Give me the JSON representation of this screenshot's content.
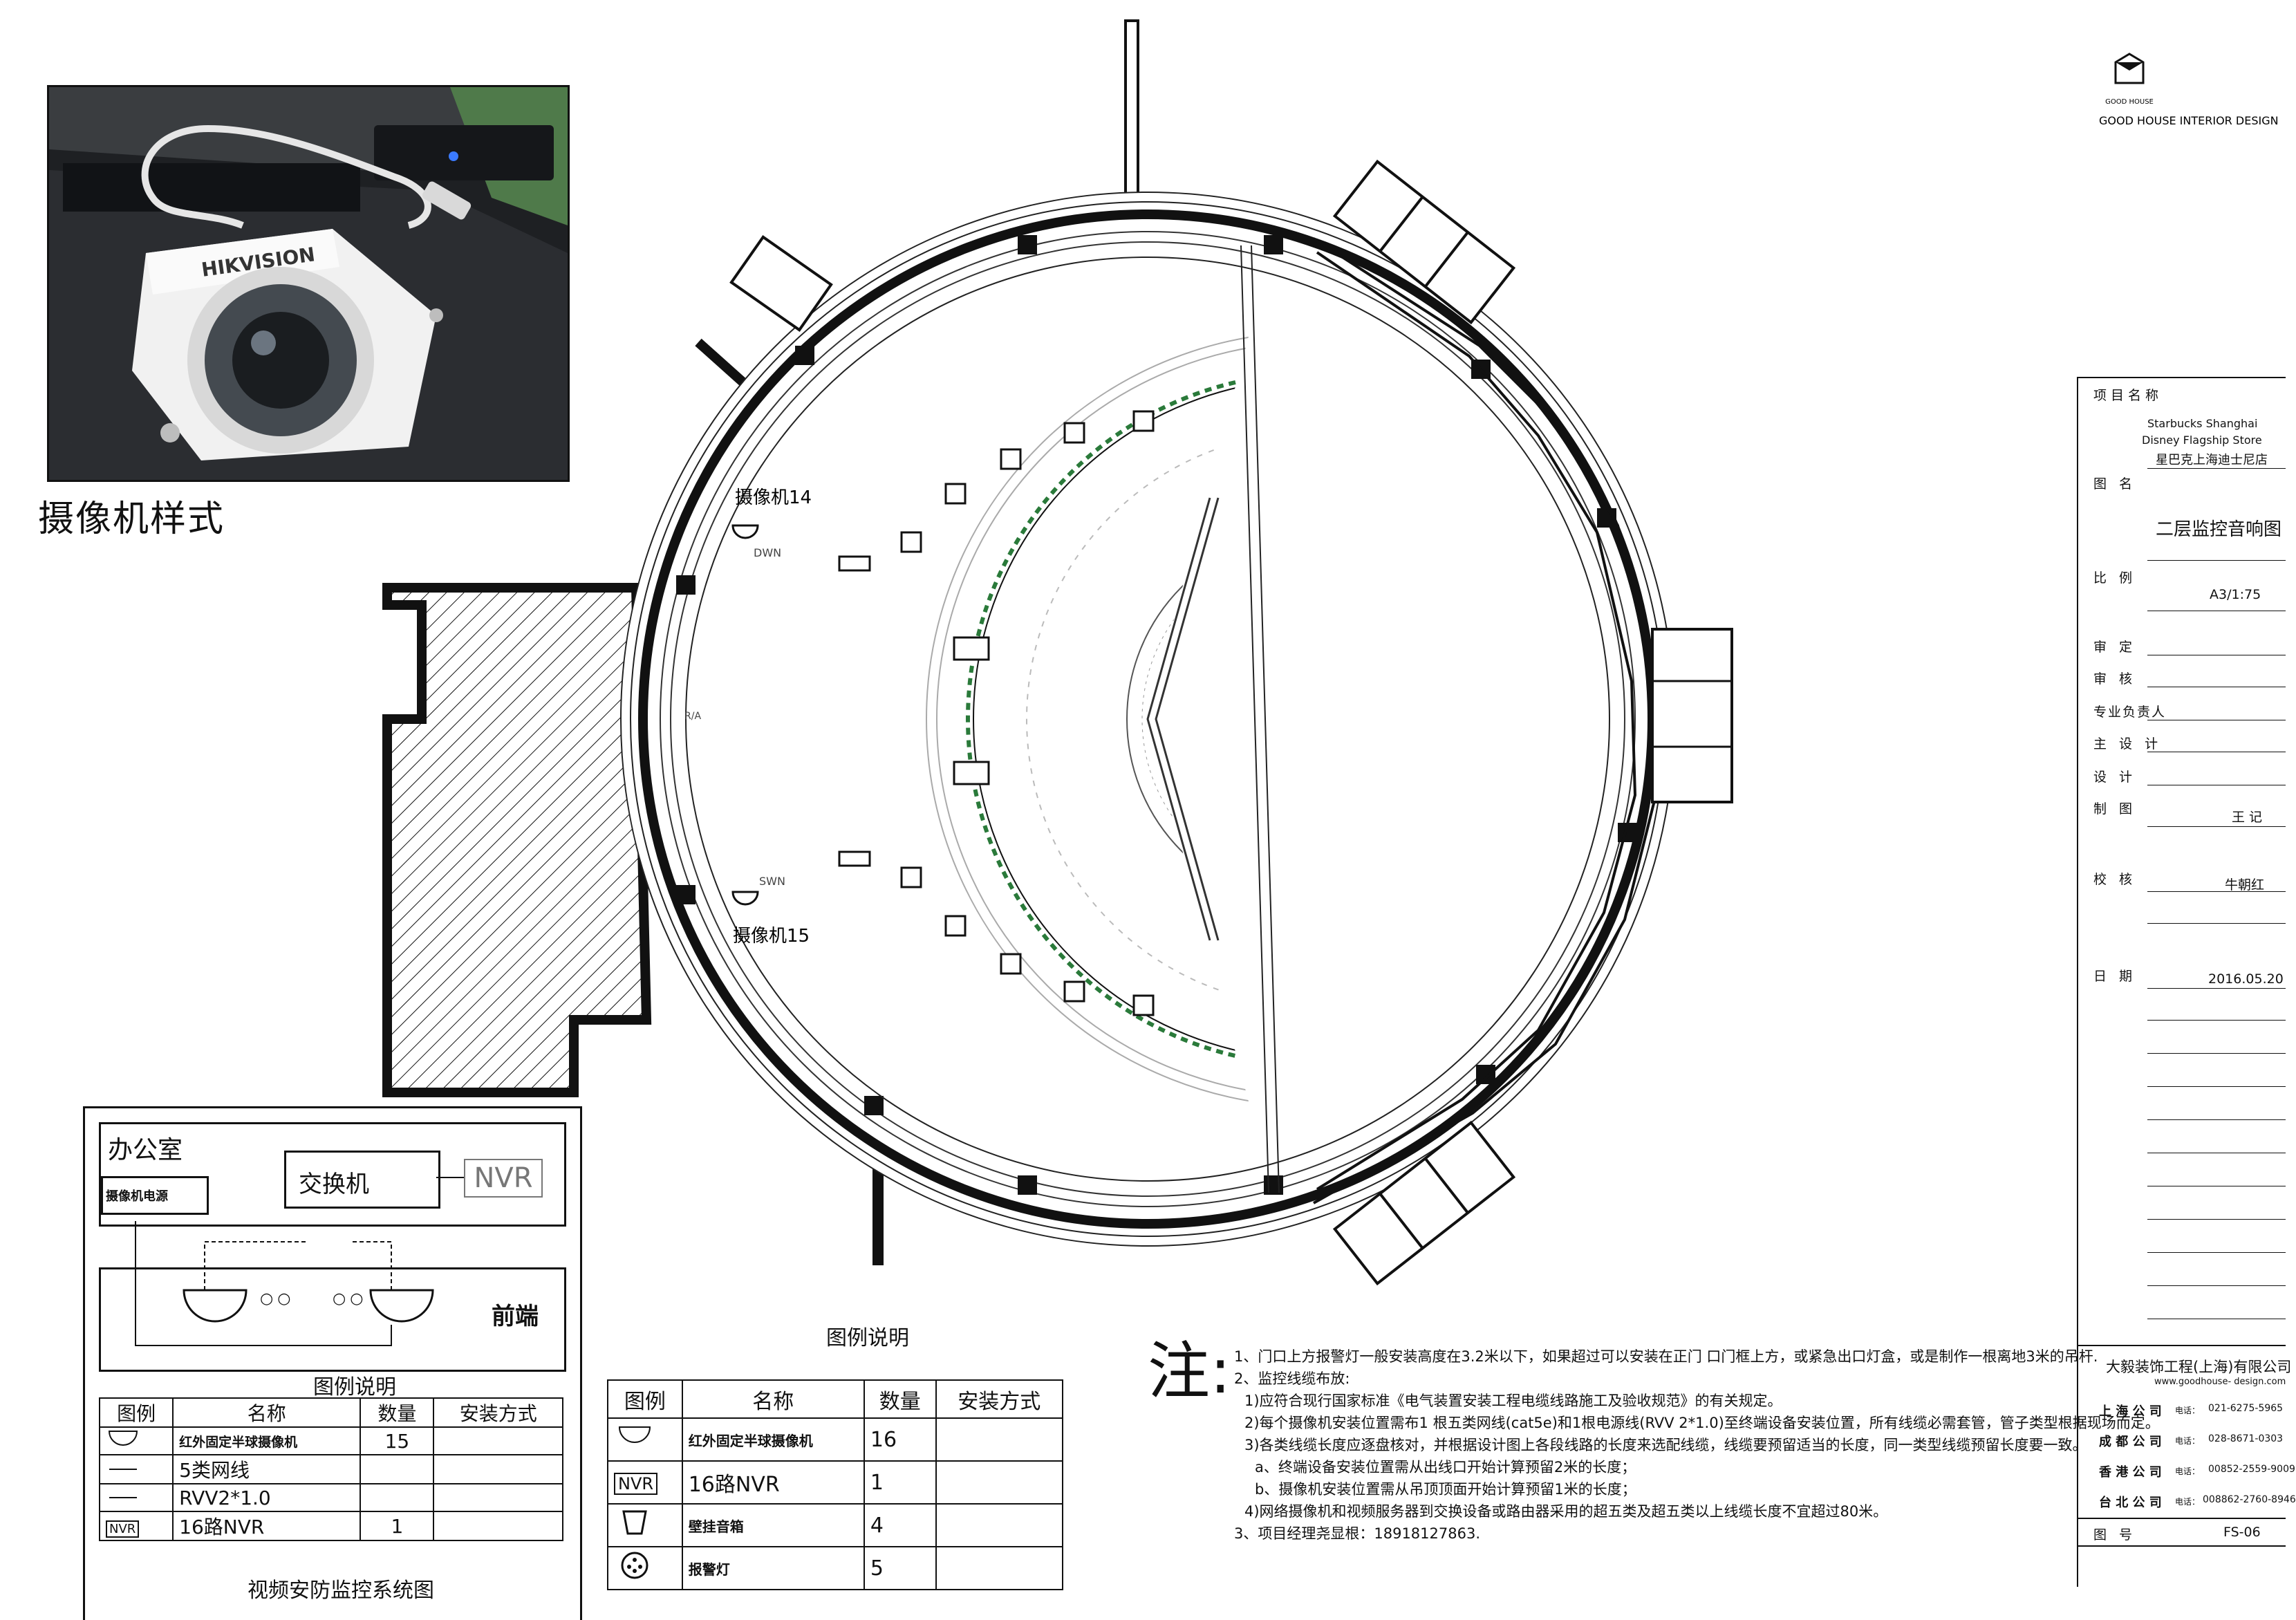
{
  "photo": {
    "brand": "HIKVISION",
    "caption": "摄像机样式"
  },
  "plan": {
    "camera_labels": [
      "摄像机14",
      "摄像机15"
    ],
    "door_labels": [
      "DWN",
      "SWN"
    ],
    "side_label": "R/A"
  },
  "system_diagram": {
    "office_label": "办公室",
    "switch_label": "交换机",
    "nvr_label": "NVR",
    "camera_power_label": "摄像机电源",
    "front_label": "前端",
    "dots": "○○",
    "legend_title": "图例说明",
    "headers": [
      "图例",
      "名称",
      "数量",
      "安装方式"
    ],
    "rows": [
      {
        "symbol": "camera-icon",
        "name": "红外固定半球摄像机",
        "qty": "15",
        "mount": ""
      },
      {
        "symbol": "line",
        "name": "5类网线",
        "qty": "",
        "mount": ""
      },
      {
        "symbol": "line",
        "name": "RVV2*1.0",
        "qty": "",
        "mount": ""
      },
      {
        "symbol": "NVR",
        "name": "16路NVR",
        "qty": "1",
        "mount": ""
      }
    ],
    "caption": "视频安防监控系统图"
  },
  "legend2": {
    "title": "图例说明",
    "headers": [
      "图例",
      "名称",
      "数量",
      "安装方式"
    ],
    "rows": [
      {
        "symbol": "camera-icon",
        "name": "红外固定半球摄像机",
        "qty": "16",
        "mount": ""
      },
      {
        "symbol": "NVR",
        "name": "16路NVR",
        "qty": "1",
        "mount": ""
      },
      {
        "symbol": "speaker-icon",
        "name": "壁挂音箱",
        "qty": "4",
        "mount": ""
      },
      {
        "symbol": "alarm-lamp-icon",
        "name": "报警灯",
        "qty": "5",
        "mount": ""
      }
    ]
  },
  "notes": {
    "heading": "注:",
    "lines": [
      "1、门口上方报警灯一般安装高度在3.2米以下，如果超过可以安装在正门 口门框上方，或紧急出口灯盒，或是制作一根离地3米的吊杆.",
      "2、监控线缆布放:",
      "1)应符合现行国家标准《电气装置安装工程电缆线路施工及验收规范》的有关规定。",
      "2)每个摄像机安装位置需布1 根五类网线(cat5e)和1根电源线(RVV 2*1.0)至终端设备安装位置，所有线缆必需套管，管子类型根据现场而定。",
      "3)各类线缆长度应逐盘核对，并根据设计图上各段线路的长度来选配线缆，线缆要预留适当的长度，同一类型线缆预留长度要一致。",
      "a、终端设备安装位置需从出线口开始计算预留2米的长度；",
      "b、摄像机安装位置需从吊顶顶面开始计算预留1米的长度；",
      "4)网络摄像机和视频服务器到交换设备或路由器采用的超五类及超五类以上线缆长度不宜超过80米。",
      "3、项目经理尧显根：18918127863."
    ]
  },
  "logo": {
    "mark": "GOOD HOUSE",
    "text": "GOOD HOUSE INTERIOR DESIGN"
  },
  "title_block": {
    "project_label": "项目名称",
    "project_en_1": "Starbucks Shanghai",
    "project_en_2": "Disney Flagship Store",
    "project_cn": "星巴克上海迪士尼店",
    "drawing_label": "图  名",
    "drawing_name": "二层监控音响图",
    "scale_label": "比  例",
    "scale_value": "A3/1:75",
    "approve_label": "审  定",
    "review_label": "审  核",
    "lead_label": "专业负责人",
    "chief_label": "主 设 计",
    "design_label": "设  计",
    "draw_label": "制  图",
    "draw_value": "王 记",
    "check_label": "校  核",
    "check_value": "牛朝红",
    "date_label": "日  期",
    "date_value": "2016.05.20",
    "company": "大毅装饰工程(上海)有限公司",
    "website": "www.goodhouse- design.com",
    "offices": [
      {
        "name": "上 海 公 司",
        "tel_label": "电话：",
        "tel": "021-6275-5965"
      },
      {
        "name": "成 都 公 司",
        "tel_label": "电话：",
        "tel": "028-8671-0303"
      },
      {
        "name": "香 港 公 司",
        "tel_label": "电话：",
        "tel": "00852-2559-9009"
      },
      {
        "name": "台 北 公 司",
        "tel_label": "电话：",
        "tel": "008862-2760-8946"
      }
    ],
    "sheet_label": "图  号",
    "sheet_value": "FS-06"
  }
}
